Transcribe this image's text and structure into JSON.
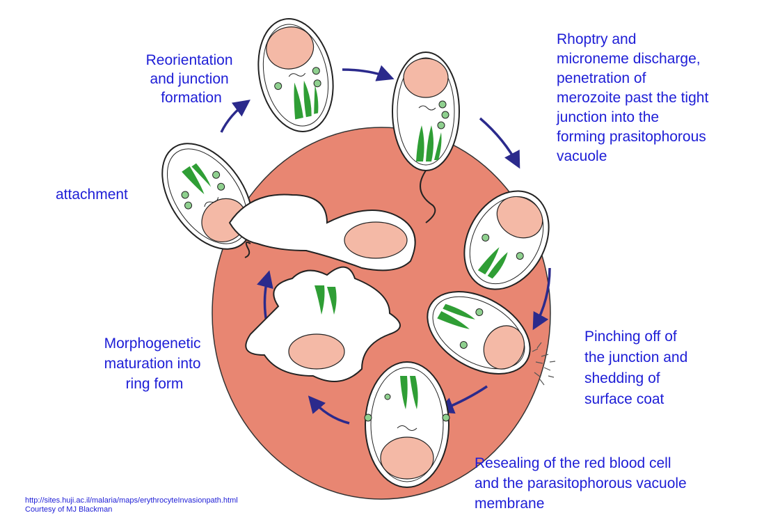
{
  "labels": {
    "reorientation": [
      "Reorientation",
      "and junction",
      "formation"
    ],
    "attachment": [
      "attachment"
    ],
    "rhoptry": [
      "Rhoptry and",
      "microneme discharge,",
      "penetration of",
      "merozoite past the tight",
      "junction into the",
      "forming prasitophorous",
      "vacuole"
    ],
    "pinching": [
      "Pinching off of",
      "the junction and",
      "shedding of",
      "surface coat"
    ],
    "resealing": [
      "Resealing of the red blood cell",
      "and the parasitophorous vacuole",
      "membrane"
    ],
    "morphogenetic": [
      "Morphogenetic",
      "maturation into",
      "ring form"
    ]
  },
  "credit": {
    "url": "http://sites.huji.ac.il/malaria/maps/erythrocyteInvasionpath.html",
    "author": "Courtesy of MJ Blackman"
  },
  "colors": {
    "label": "#1d1dd6",
    "rbc": "#e88672",
    "nucleus": "#f4b9a6",
    "organelle": "#2f9e35",
    "granule": "#8fd08f",
    "arrow": "#2b2a8c",
    "outline": "#222222"
  }
}
